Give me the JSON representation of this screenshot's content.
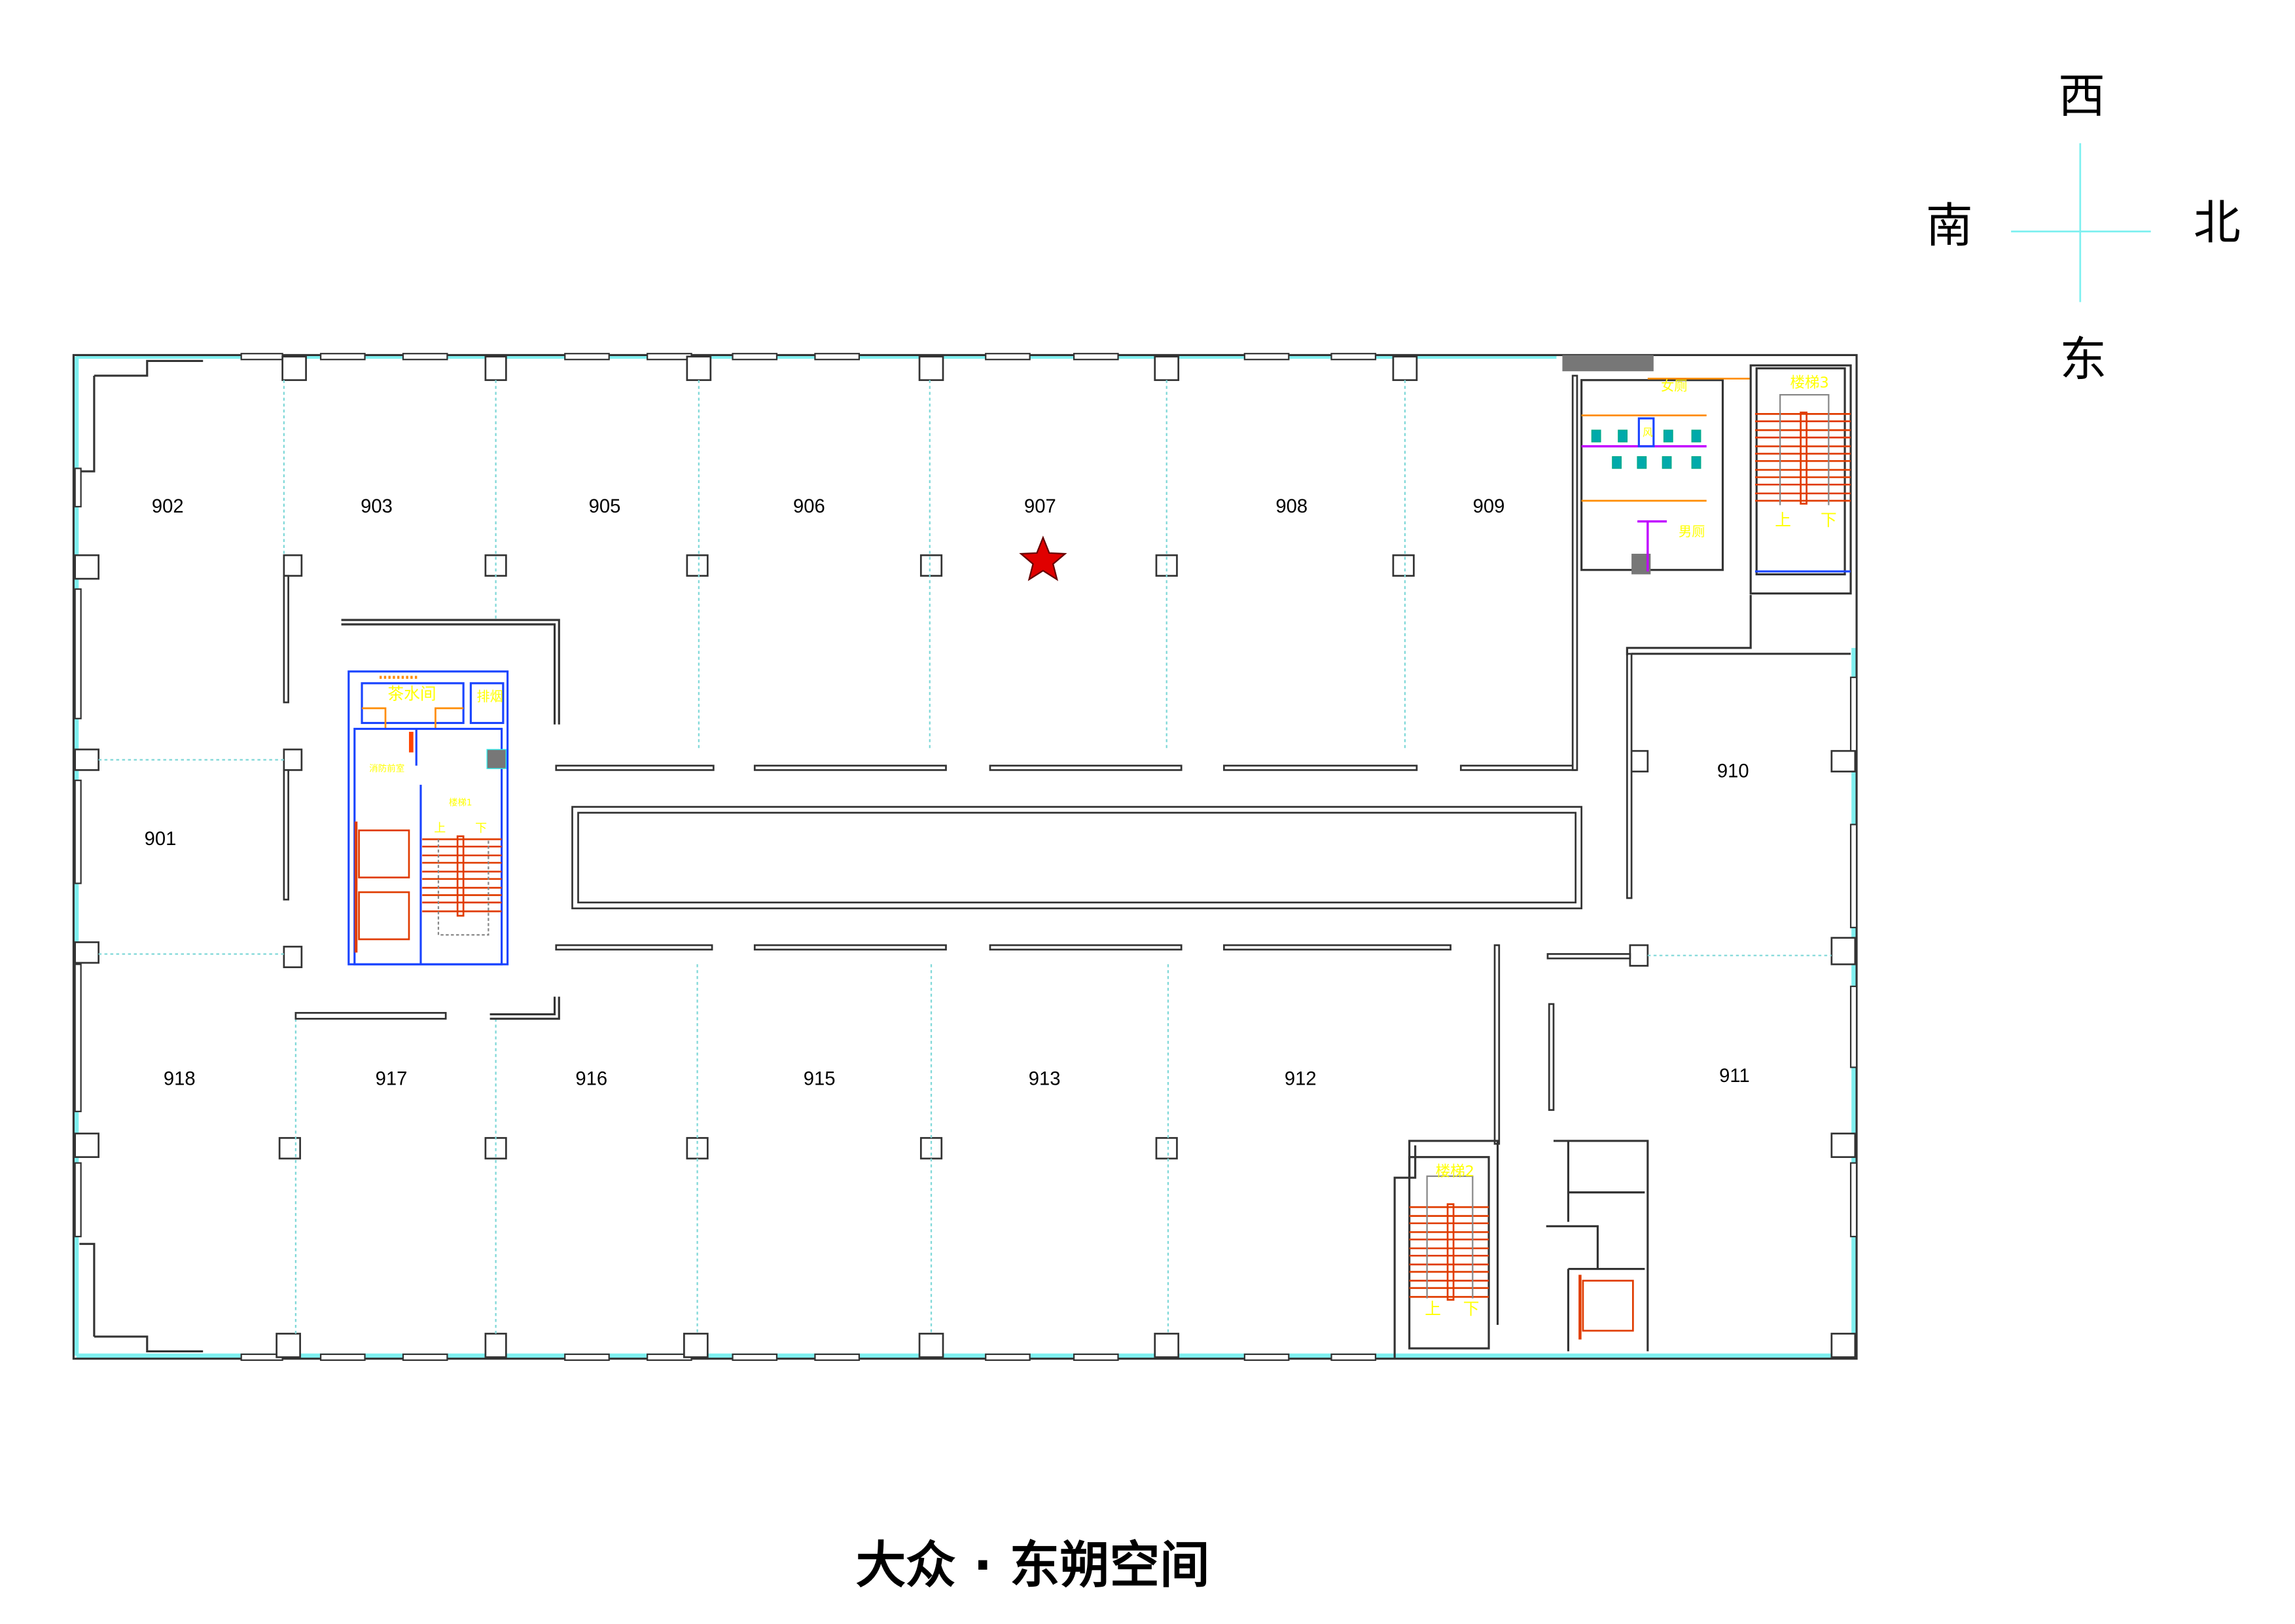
{
  "compass": {
    "west": "西",
    "south": "南",
    "north": "北",
    "east": "东",
    "color": "#7ff0f0"
  },
  "title": "大众 · 东朔空间",
  "rooms": {
    "r902": "902",
    "r903": "903",
    "r905": "905",
    "r906": "906",
    "r907": "907",
    "r908": "908",
    "r909": "909",
    "r910": "910",
    "r901": "901",
    "r918": "918",
    "r917": "917",
    "r916": "916",
    "r915": "915",
    "r913": "913",
    "r912": "912",
    "r911": "911"
  },
  "core": {
    "tea_room": "茶水间",
    "smoke_exhaust": "排烟",
    "fire_lobby": "消防前室",
    "stair1": "楼梯1",
    "up": "上",
    "down": "下"
  },
  "restrooms": {
    "women": "女厕",
    "men": "男厕",
    "vent": "风"
  },
  "stair2": "楼梯2",
  "stair3": "楼梯3",
  "marker": {
    "name": "current-location-star",
    "color": "#e00000"
  }
}
